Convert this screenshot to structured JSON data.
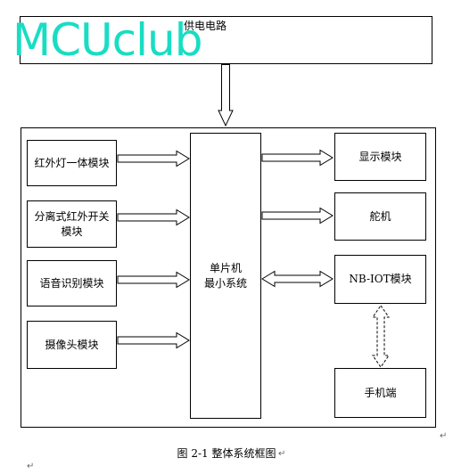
{
  "watermark": "MCUclub",
  "power_supply": "供电电路",
  "modules": {
    "ir_light": "红外灯一体模块",
    "ir_switch_line1": "分离式红外开关",
    "ir_switch_line2": "模块",
    "voice": "语音识别模块",
    "camera": "摄像头模块",
    "mcu_line1": "单片机",
    "mcu_line2": "最小系统",
    "display": "显示模块",
    "servo": "舵机",
    "nbiot": "NB-IOT模块",
    "phone": "手机端"
  },
  "caption": "图 2-1 整体系统框图",
  "return_mark": "↵"
}
